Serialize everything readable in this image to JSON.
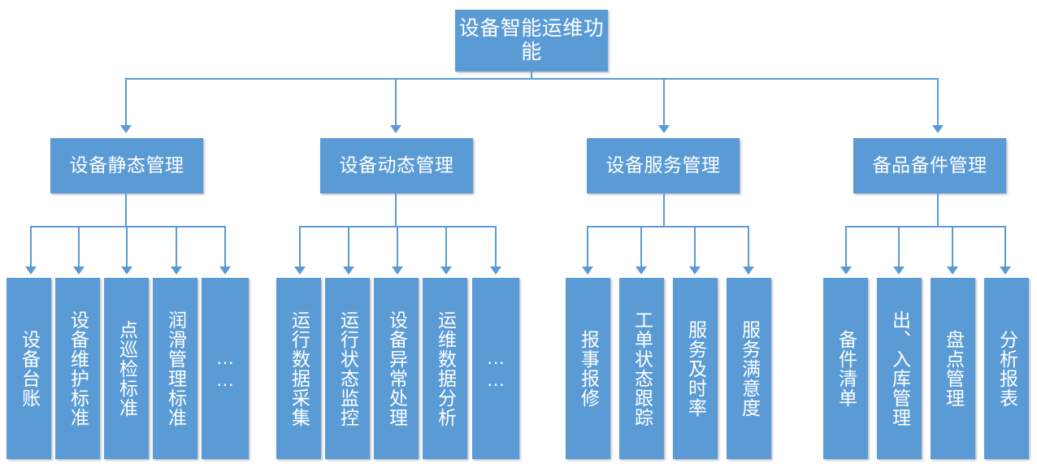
{
  "diagram": {
    "type": "hierarchy-tree",
    "accent_color": "#5B9BD5",
    "text_color": "#FFFFFF",
    "root": {
      "label": "设备智能运维功能"
    },
    "branches": [
      {
        "label": "设备静态管理",
        "children": [
          {
            "label": "设备台账"
          },
          {
            "label": "设备维护标准"
          },
          {
            "label": "点巡检标准"
          },
          {
            "label": "润滑管理标准"
          },
          {
            "label": "……",
            "line1": "…",
            "line2": "…",
            "is_ellipsis": true
          }
        ]
      },
      {
        "label": "设备动态管理",
        "children": [
          {
            "label": "运行数据采集"
          },
          {
            "label": "运行状态监控"
          },
          {
            "label": "设备异常处理"
          },
          {
            "label": "运维数据分析"
          },
          {
            "label": "……",
            "line1": "…",
            "line2": "…",
            "is_ellipsis": true
          }
        ]
      },
      {
        "label": "设备服务管理",
        "children": [
          {
            "label": "报事报修"
          },
          {
            "label": "工单状态跟踪"
          },
          {
            "label": "服务及时率"
          },
          {
            "label": "服务满意度"
          }
        ]
      },
      {
        "label": "备品备件管理",
        "children": [
          {
            "label": "备件清单"
          },
          {
            "label": "出、入库管理"
          },
          {
            "label": "盘点管理"
          },
          {
            "label": "分析报表"
          }
        ]
      }
    ]
  }
}
